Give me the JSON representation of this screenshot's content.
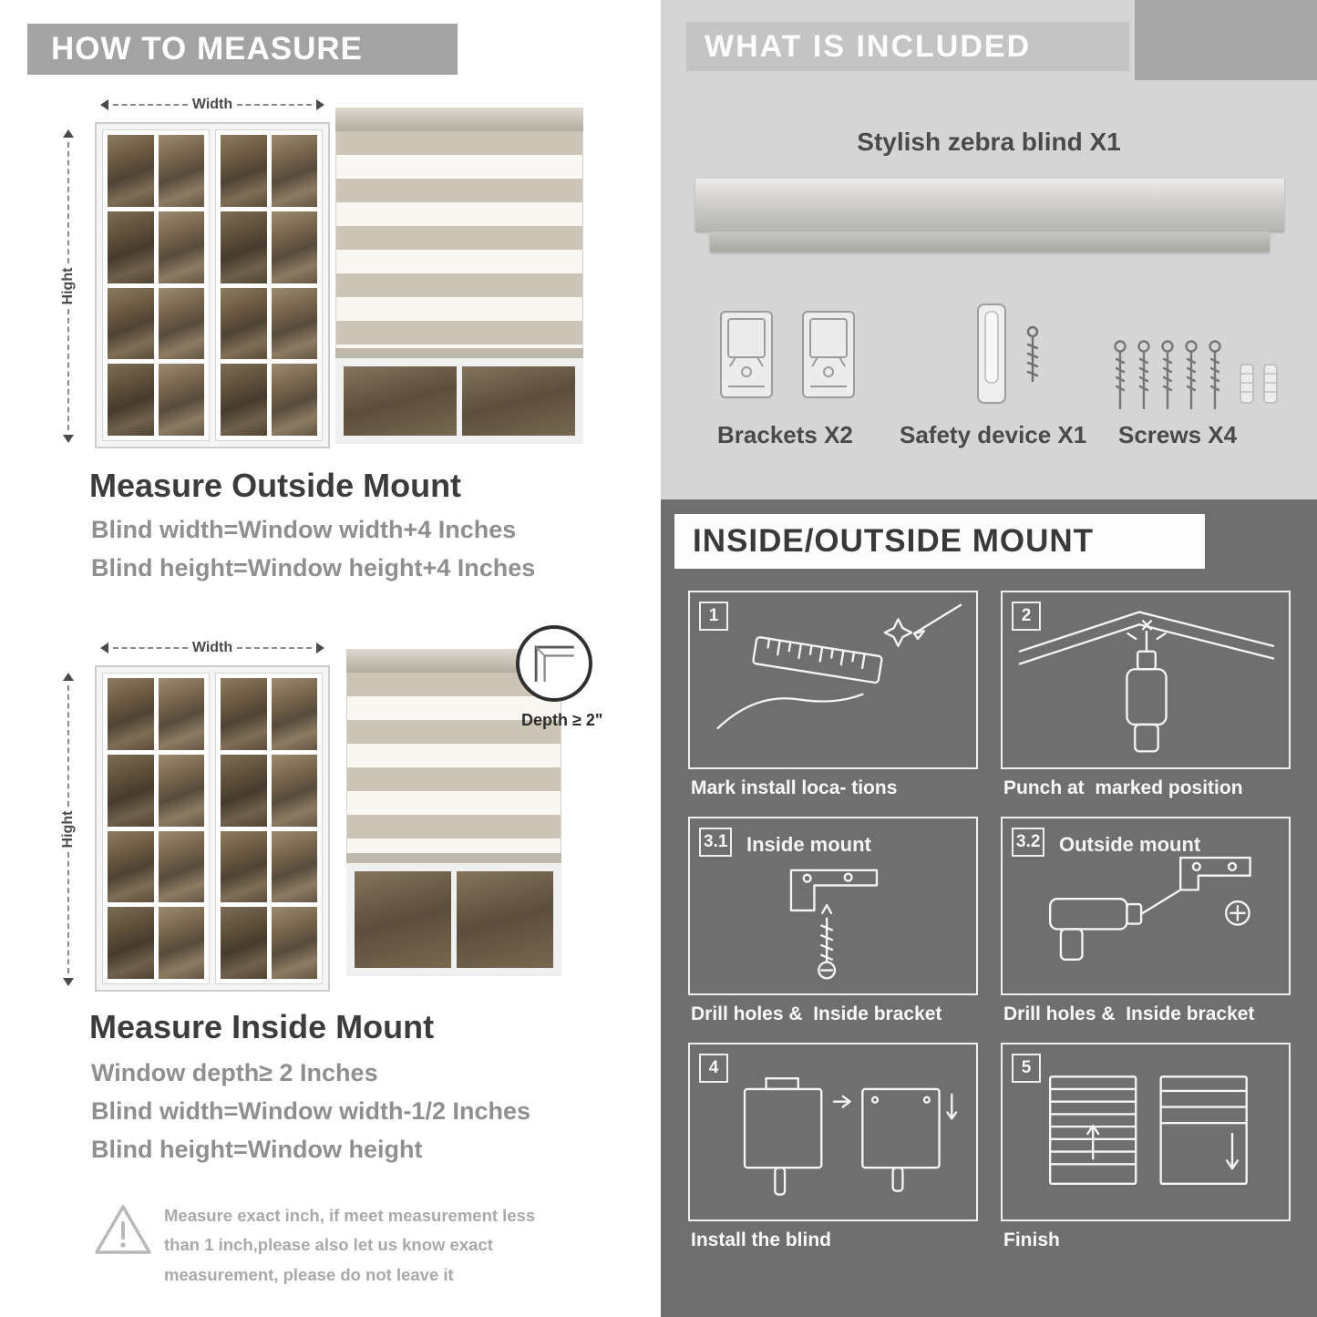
{
  "left": {
    "header": "HOW TO MEASURE",
    "outside_mount": {
      "width_label": "Width",
      "height_label": "Hight",
      "title": "Measure Outside Mount",
      "rule1": "Blind width=Window width+4 Inches",
      "rule2": "Blind height=Window height+4 Inches"
    },
    "inside_mount": {
      "width_label": "Width",
      "height_label": "Hight",
      "depth_label": "Depth ≥ 2\"",
      "title": "Measure Inside Mount",
      "rule1": "Window depth≥ 2 Inches",
      "rule2": "Blind width=Window width-1/2 Inches",
      "rule3": "Blind height=Window height"
    },
    "warning_text": "Measure exact inch, if meet measurement less than 1 inch,please also let us know exact measurement, please do not leave it"
  },
  "right": {
    "included": {
      "header": "WHAT IS INCLUDED",
      "product_label": "Stylish zebra blind X1",
      "brackets_label": "Brackets X2",
      "safety_label": "Safety device X1",
      "screws_label": "Screws X4"
    },
    "mount": {
      "header": "INSIDE/OUTSIDE MOUNT",
      "steps": [
        {
          "badge": "1",
          "title": "",
          "caption": "Mark install loca- tions"
        },
        {
          "badge": "2",
          "title": "",
          "caption": "Punch at  marked position"
        },
        {
          "badge": "3.1",
          "title": "Inside mount",
          "caption": "Drill holes &  Inside bracket"
        },
        {
          "badge": "3.2",
          "title": "Outside mount",
          "caption": "Drill holes &  Inside bracket"
        },
        {
          "badge": "4",
          "title": "",
          "caption": "Install the blind"
        },
        {
          "badge": "5",
          "title": "",
          "caption": "Finish"
        }
      ]
    }
  },
  "colors": {
    "banner_gray": "#a3a3a3",
    "light_section_bg": "#d5d5d5",
    "dark_section_bg": "#6f6f6f",
    "heading_dark": "#3c3c3c",
    "body_gray": "#8f8f8f"
  }
}
